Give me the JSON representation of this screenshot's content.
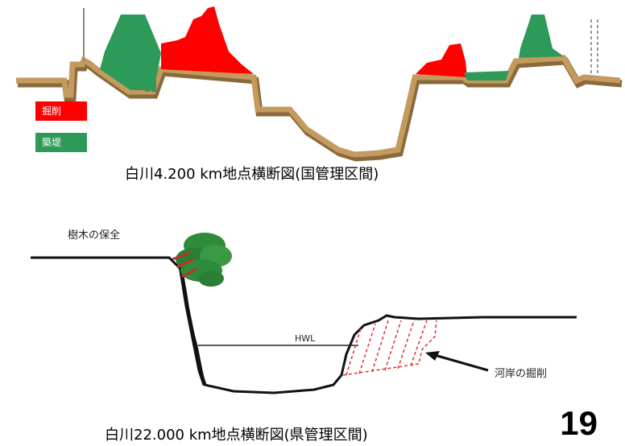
{
  "top_diagram": {
    "legend": [
      {
        "label": "掘削",
        "color": "#ff0000"
      },
      {
        "label": "築堤",
        "color": "#2e9a5a"
      }
    ],
    "caption": "白川4.200 km地点横断図(国管理区間)",
    "colors": {
      "ground": "#c49a5e",
      "ground_shadow": "#8a6a3c",
      "cut": "#ff0000",
      "fill": "#2e9a5a"
    }
  },
  "bottom_diagram": {
    "tree_label": "樹木の保全",
    "water_level_label": "HWL",
    "excavation_label": "河岸の掘削",
    "caption": "白川22.000 km地点横断図(県管理区間)"
  },
  "page_number": "19"
}
